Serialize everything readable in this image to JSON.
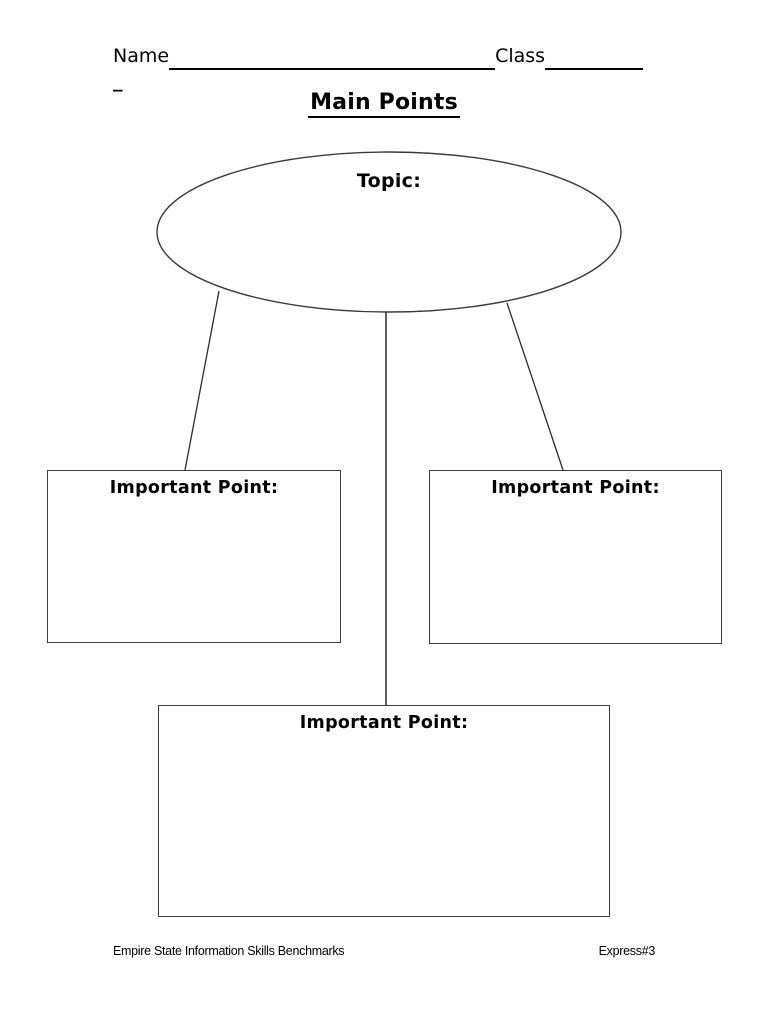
{
  "page": {
    "header": {
      "name_label": "Name",
      "class_label": "Class",
      "stray_mark": "_",
      "title": "Main Points"
    },
    "diagram": {
      "topic": {
        "label": "Topic:"
      },
      "boxes": [
        {
          "position": "left",
          "label": "Important Point:"
        },
        {
          "position": "right",
          "label": "Important Point:"
        },
        {
          "position": "bottom",
          "label": "Important Point:"
        }
      ]
    },
    "footer": {
      "left_text": "Empire State Information Skills Benchmarks",
      "right_text": "Express#3"
    },
    "colors": {
      "ink": "#000000",
      "shape_stroke": "#3a3a3a",
      "background": "#ffffff"
    }
  }
}
